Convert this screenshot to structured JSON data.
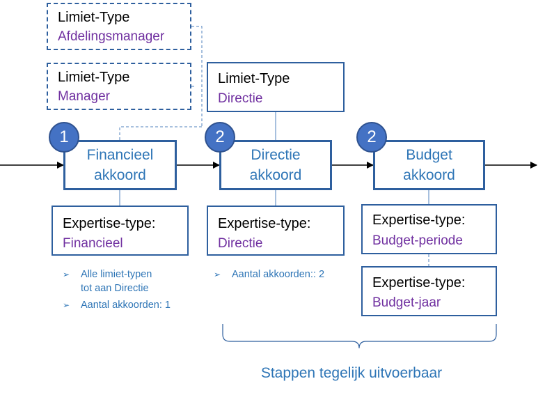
{
  "limits": [
    {
      "label": "Limiet-Type",
      "value": "Afdelingsmanager"
    },
    {
      "label": "Limiet-Type",
      "value": "Manager"
    },
    {
      "label": "Limiet-Type",
      "value": "Directie"
    }
  ],
  "steps": [
    {
      "badge": "1",
      "line1": "Financieel",
      "line2": "akkoord"
    },
    {
      "badge": "2",
      "line1": "Directie",
      "line2": "akkoord"
    },
    {
      "badge": "2",
      "line1": "Budget",
      "line2": "akkoord"
    }
  ],
  "expertise": [
    {
      "label": "Expertise-type:",
      "value": "Financieel"
    },
    {
      "label": "Expertise-type:",
      "value": "Directie"
    },
    {
      "label": "Expertise-type:",
      "value": "Budget-periode"
    },
    {
      "label": "Expertise-type:",
      "value": "Budget-jaar"
    }
  ],
  "notes": {
    "step1": [
      "Alle limiet-typen",
      "tot aan Directie",
      "Aantal akkoorden: 1"
    ],
    "step2": [
      "Aantal akkoorden:: 2"
    ]
  },
  "bullet_symbol": "➢",
  "caption": "Stappen tegelijk uitvoerbaar",
  "colors": {
    "border": "#2e5f9e",
    "badge": "#4472c4",
    "value_text": "#7030a0",
    "step_text": "#2e75b6"
  }
}
